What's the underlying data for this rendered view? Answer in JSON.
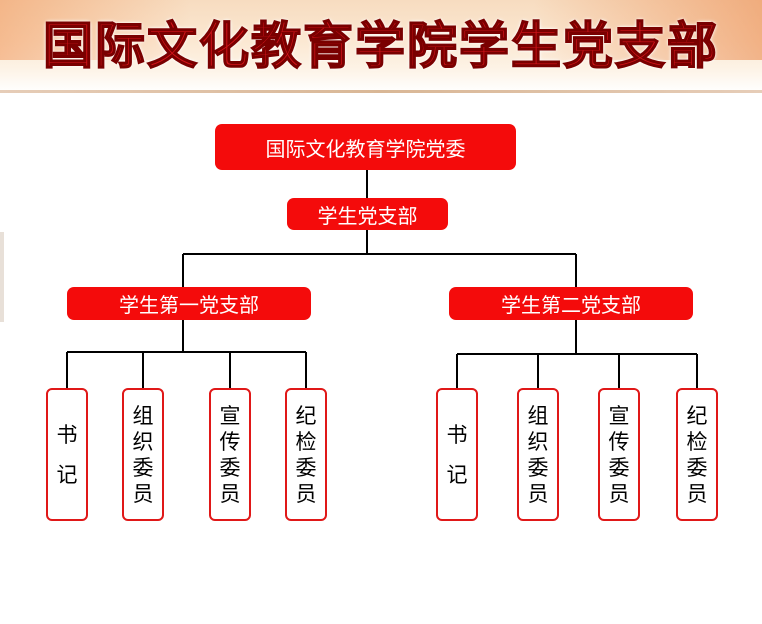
{
  "header": {
    "title": "国际文化教育学院学生党支部"
  },
  "org": {
    "root": "国际文化教育学院党委",
    "branch": "学生党支部",
    "subbranches": [
      {
        "name": "学生第一党支部",
        "roles": [
          "书记",
          "组织委员",
          "宣传委员",
          "纪检委员"
        ]
      },
      {
        "name": "学生第二党支部",
        "roles": [
          "书记",
          "组织委员",
          "宣传委员",
          "纪检委员"
        ]
      }
    ]
  },
  "colors": {
    "box_fill": "#f40b0b",
    "box_border": "#e01818",
    "title_red": "#d4141a",
    "line": "#000000"
  }
}
